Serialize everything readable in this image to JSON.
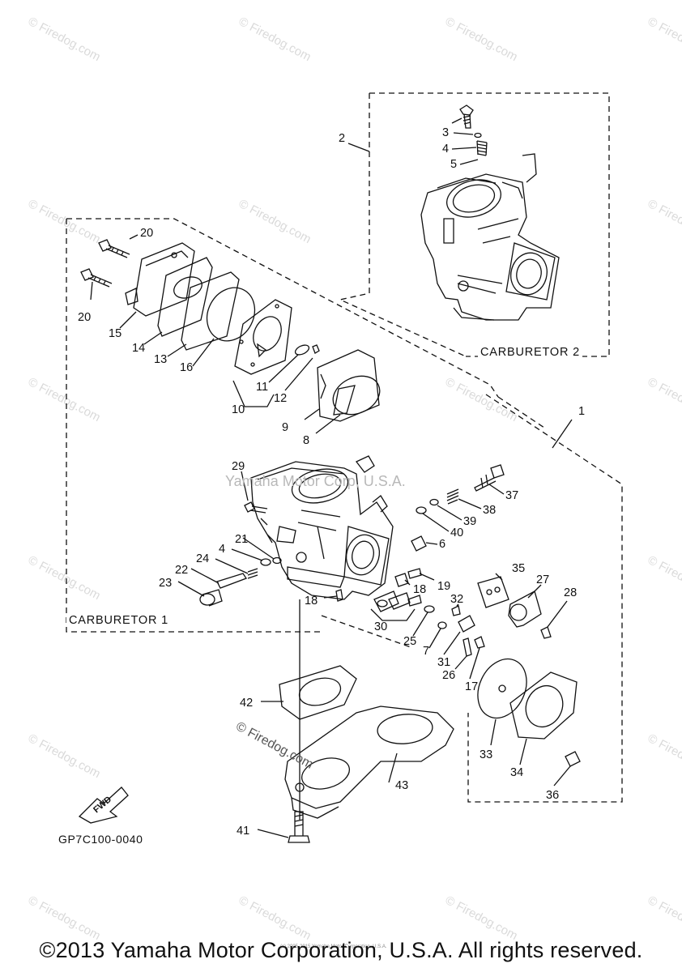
{
  "diagram": {
    "box_labels": {
      "carb1": "CARBURETOR 1",
      "carb2": "CARBURETOR 2"
    },
    "part_code": "GP7C100-0040",
    "fwd_label": "FWD",
    "center_watermark": "Yamaha Motor Corp, U.S.A.",
    "firedog_watermark": "© Firedog.com",
    "tiny_copyright": "(c) 2005-2015 Yamaha Motor Corporation, U.S.A.",
    "part_numbers": [
      "1",
      "2",
      "3",
      "4",
      "5",
      "6",
      "7",
      "8",
      "9",
      "10",
      "11",
      "12",
      "13",
      "14",
      "15",
      "16",
      "17",
      "18",
      "19",
      "20",
      "21",
      "22",
      "23",
      "24",
      "25",
      "26",
      "27",
      "28",
      "29",
      "30",
      "31",
      "32",
      "33",
      "34",
      "35",
      "36",
      "37",
      "38",
      "39",
      "40",
      "41",
      "42",
      "43"
    ]
  },
  "footer": {
    "copyright": "©2013 Yamaha Motor Corporation, U.S.A. All rights reserved."
  },
  "watermarks": {
    "tile_text": "© Firedog.com"
  }
}
